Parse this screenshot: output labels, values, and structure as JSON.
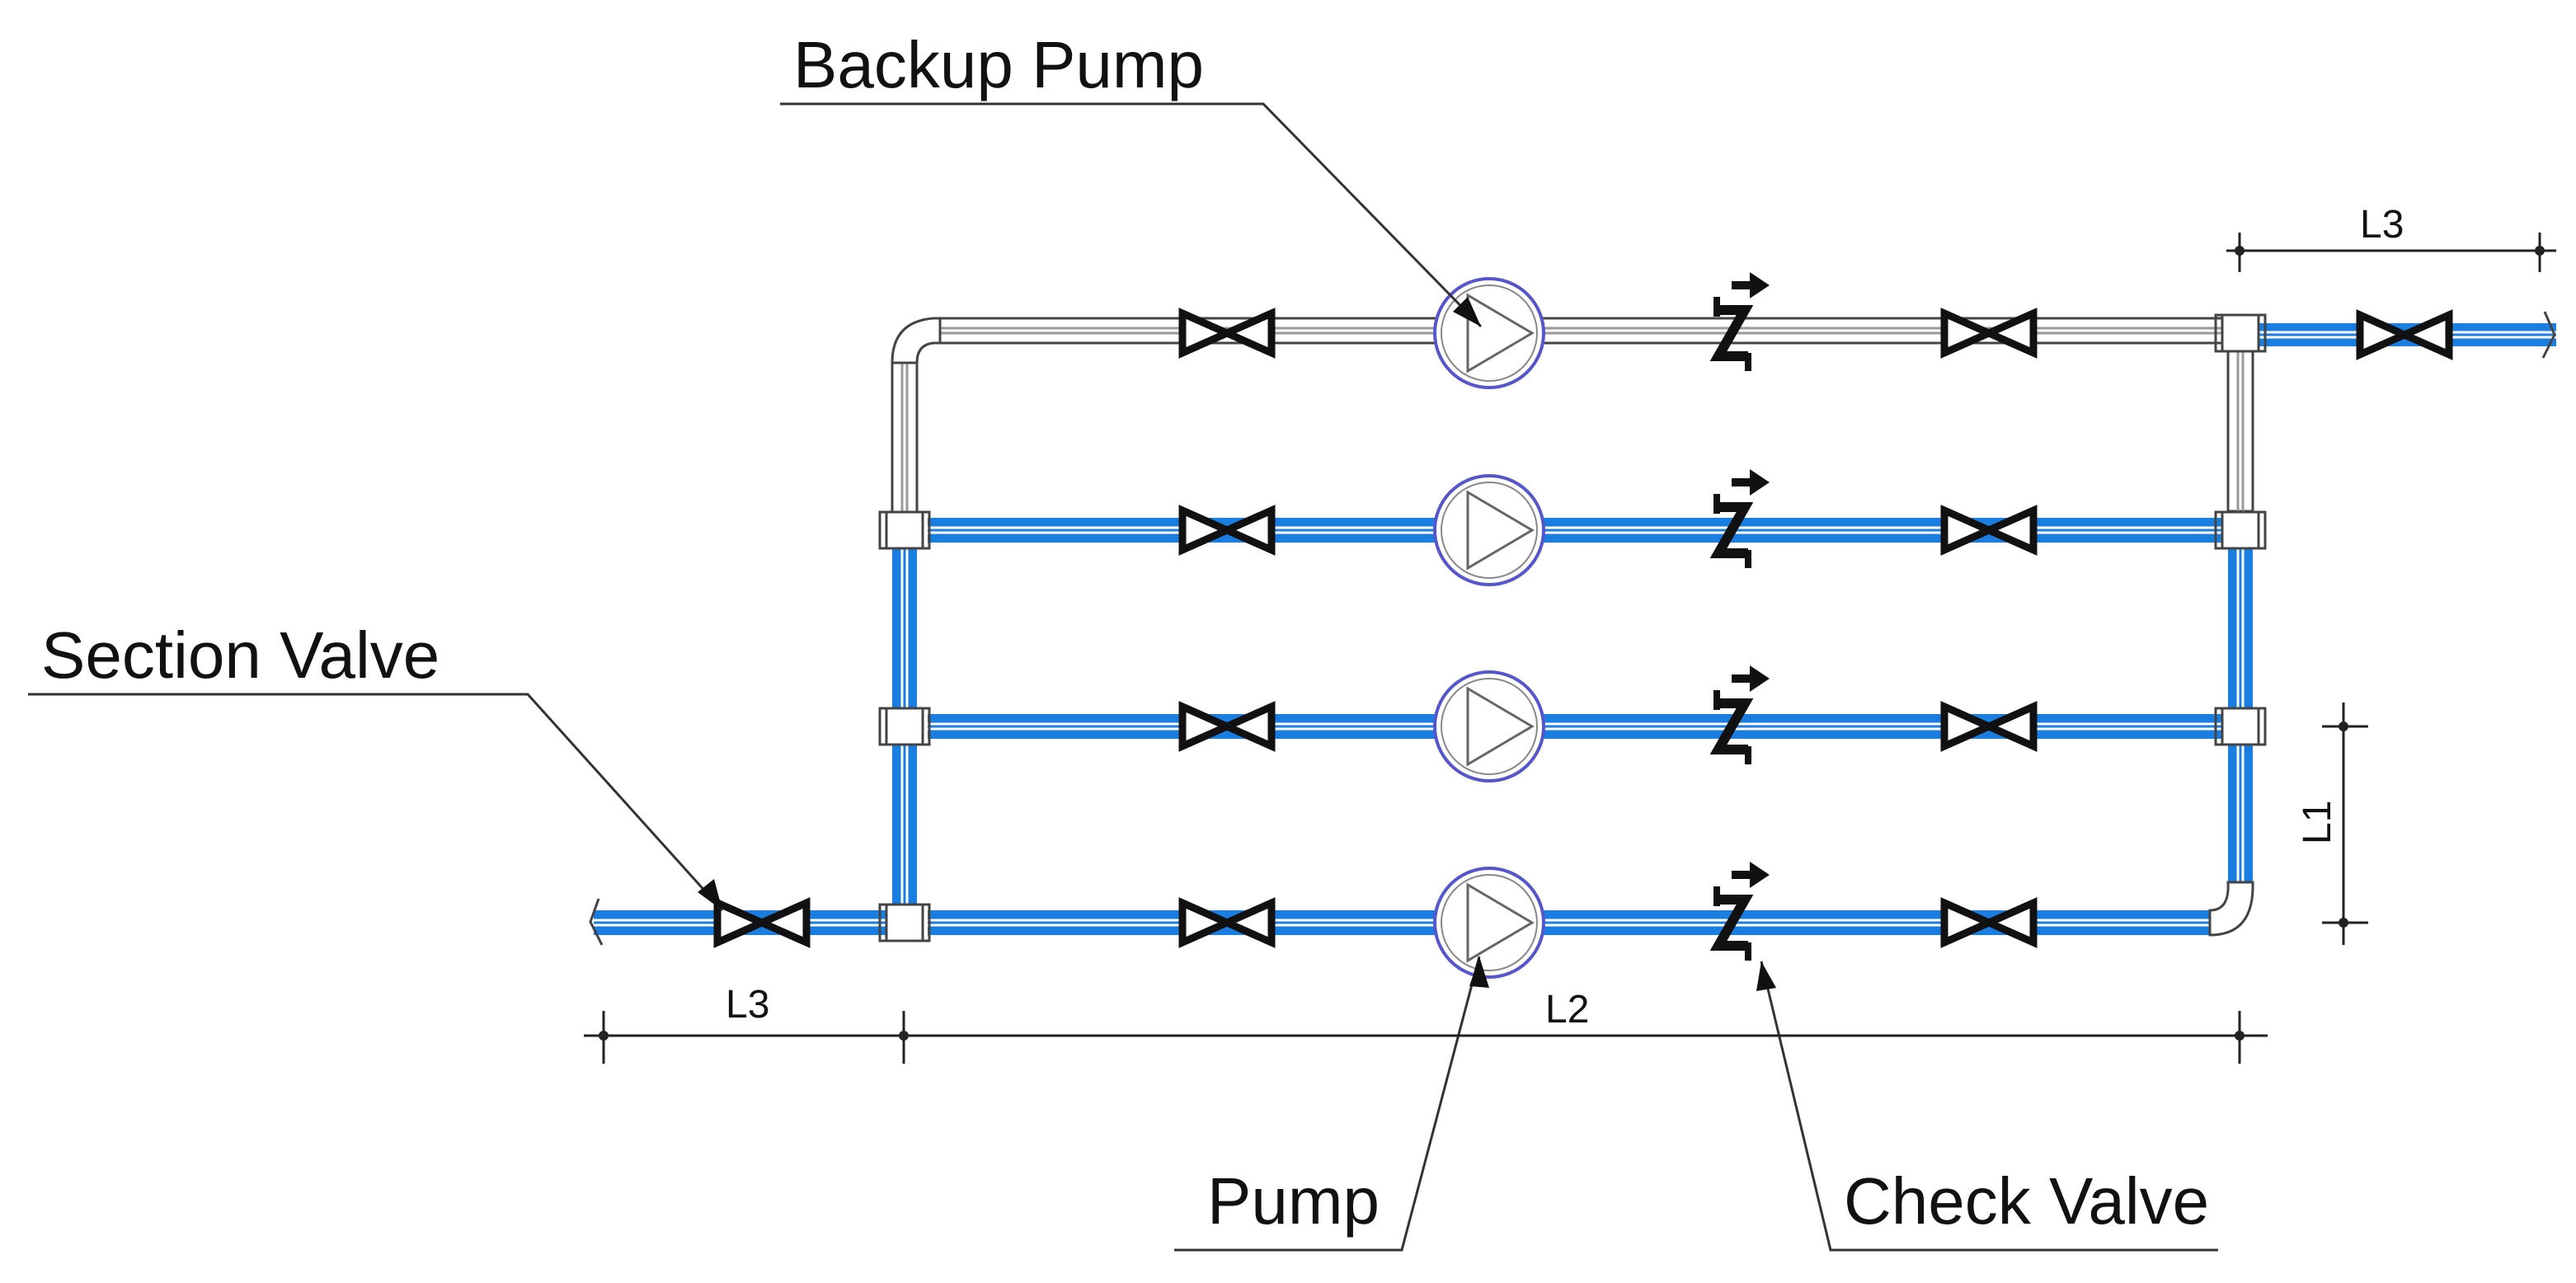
{
  "labels": {
    "backup_pump": "Backup Pump",
    "section_valve": "Section Valve",
    "pump": "Pump",
    "check_valve": "Check Valve"
  },
  "dimensions": {
    "L1": "L1",
    "L2": "L2",
    "L3_top": "L3",
    "L3_bottom": "L3"
  },
  "colors": {
    "active_pipe": "#1a7de0",
    "standby_pipe": "#9a9a9a",
    "pump_ring": "#5555cc",
    "line": "#111111"
  },
  "icons": [
    "gate-valve-icon",
    "pump-icon",
    "check-valve-icon",
    "flow-arrow-icon",
    "tee-fitting-icon",
    "elbow-fitting-icon"
  ]
}
